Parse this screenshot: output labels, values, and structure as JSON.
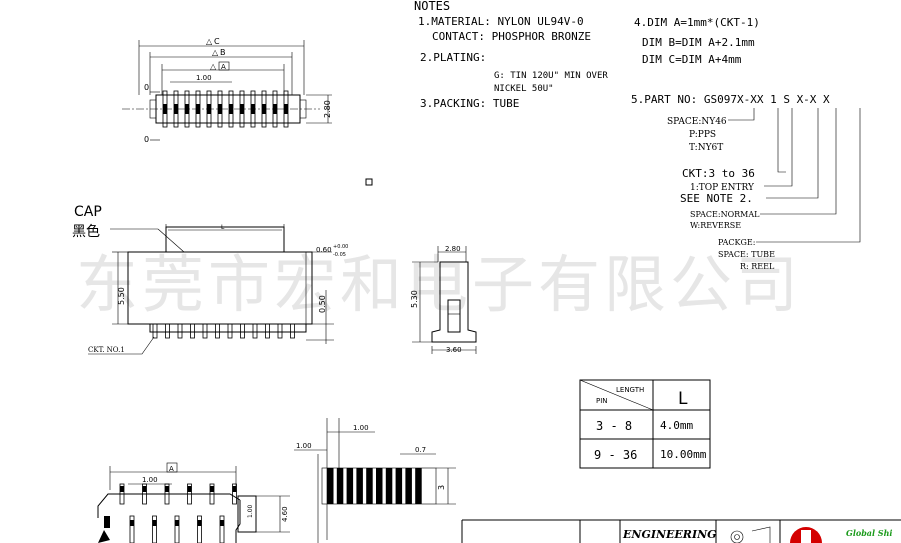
{
  "watermark": "东莞市宏和电子有限公司",
  "notes": {
    "title": "NOTES",
    "material": "1.MATERIAL:  NYLON   UL94V-0",
    "contact": "CONTACT: PHOSPHOR BRONZE",
    "plating": "2.PLATING:",
    "plating_spec1": "G: TIN 120U\" MIN OVER",
    "plating_spec2": "NICKEL 50U\"",
    "packing": "3.PACKING: TUBE",
    "dim_a": "4.DIM A=1mm*(CKT-1)",
    "dim_b": "DIM B=DIM A+2.1mm",
    "dim_c": "DIM C=DIM A+4mm"
  },
  "part_no": {
    "label": "5.PART NO: GS097X-XX 1 S X-X  X",
    "opt_space": "SPACE:NY46",
    "opt_p": "P:PPS",
    "opt_t": "T:NY6T",
    "ckt": "CKT:3 to 36",
    "entry": "1:TOP ENTRY",
    "see_note": "SEE NOTE 2.",
    "normal": "SPACE:NORMAL",
    "reverse": "W:REVERSE",
    "package": "PACKGE:",
    "tube": "SPACE: TUBE",
    "reel": "R: REEL"
  },
  "top_view": {
    "c": "C",
    "b": "B",
    "a": "A",
    "pitch": "1.00",
    "height": "2.80",
    "zero_top": "0",
    "zero_bot": "0"
  },
  "front_view": {
    "cap": "CAP",
    "cap_color": "黑色",
    "l": "L",
    "tol": "0.60",
    "tol_plus": "+0.00",
    "tol_minus": "-0.05",
    "height": "5.50",
    "pin_len": "0.50",
    "ckt_no": "CKT. NO.1"
  },
  "side_view": {
    "top_w": "2.80",
    "height": "5.30",
    "base_w": "3.60"
  },
  "length_table": {
    "h_length": "LENGTH",
    "h_pin": "PIN",
    "h_l": "L",
    "rows": [
      {
        "pin": "3 - 8",
        "len": "4.0mm"
      },
      {
        "pin": "9 - 36",
        "len": "10.00mm"
      }
    ]
  },
  "pcb": {
    "a": "A",
    "pitch": "1.00",
    "w": "1.00",
    "h": "4.60"
  },
  "pad": {
    "pitch": "1.00",
    "left": "1.00",
    "w": "0.7",
    "h": "3"
  },
  "title_block": {
    "engineering": "ENGINEERING",
    "company": "Global Shi"
  }
}
